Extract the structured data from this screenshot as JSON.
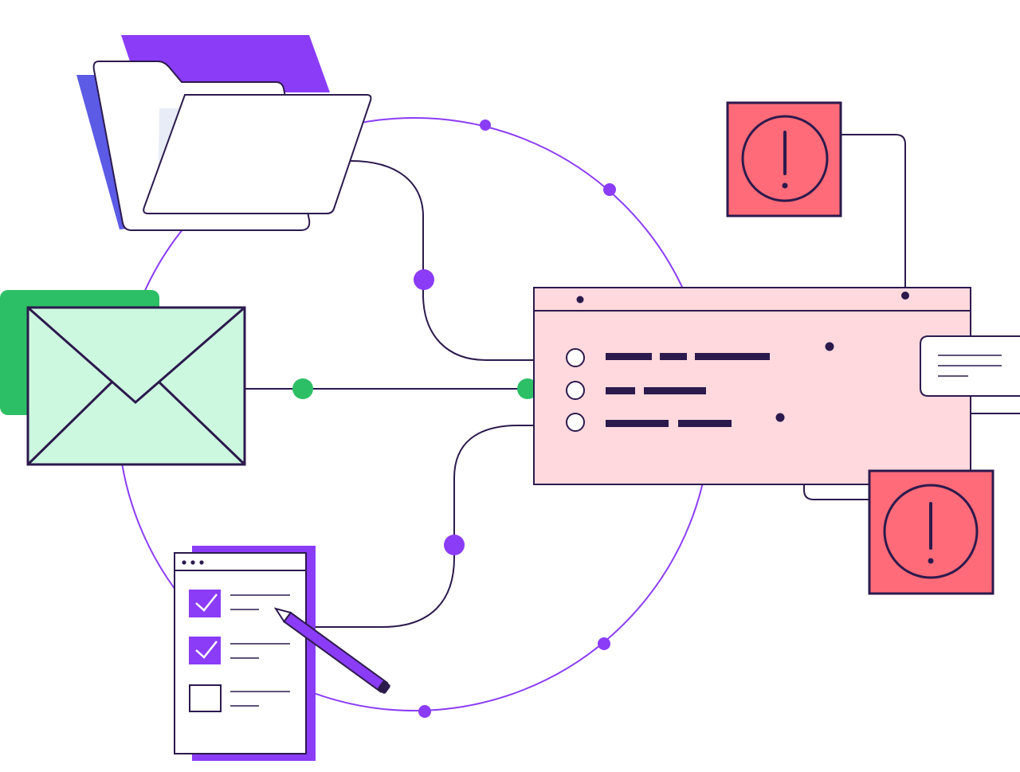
{
  "palette": {
    "outline": "#2c1a4d",
    "purple": "#8b3cf7",
    "indigo": "#5b5be6",
    "green": "#2dbf66",
    "mint": "#cdf8e0",
    "pink": "#ffd9de",
    "red": "#ff6b78",
    "folderInner": "#e8ecf6",
    "white": "#ffffff"
  },
  "icons": {
    "folder": "folder-icon",
    "envelope": "envelope-icon",
    "checklist": "checklist-icon",
    "pencil": "pencil-icon",
    "dashboard": "dashboard-window-icon",
    "alertTop": "alert-icon",
    "alertBottom": "alert-icon",
    "tooltip": "message-bubble-icon",
    "checkbox": "checkbox-icon",
    "radio": "radio-icon"
  },
  "diagram": {
    "nodes": [
      "folder",
      "envelope",
      "checklist",
      "dashboard",
      "alert-top",
      "alert-bottom",
      "tooltip"
    ],
    "edges": [
      [
        "folder",
        "dashboard"
      ],
      [
        "envelope",
        "dashboard"
      ],
      [
        "checklist",
        "dashboard"
      ],
      [
        "alert-top",
        "dashboard"
      ],
      [
        "dashboard",
        "tooltip"
      ],
      [
        "dashboard",
        "alert-bottom"
      ]
    ],
    "checklistItems": [
      {
        "checked": true
      },
      {
        "checked": true
      },
      {
        "checked": false
      }
    ],
    "dashboardRows": 3
  }
}
